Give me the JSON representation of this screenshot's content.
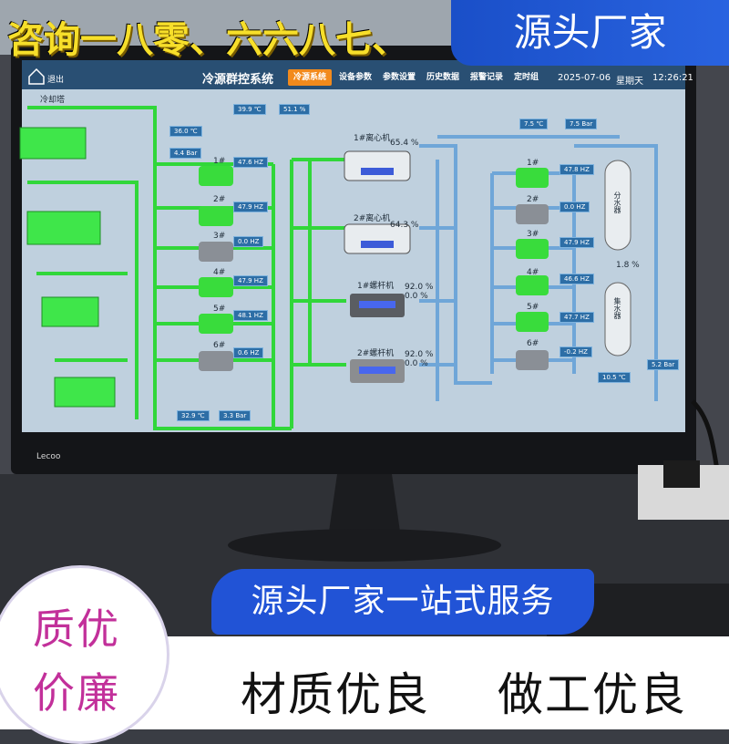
{
  "overlay": {
    "top_banner": "咨询一八零、六六八七、",
    "top_right": "源头厂家",
    "mid_banner": "源头厂家一站式服务",
    "badge_line1": "质优",
    "badge_line2": "价廉",
    "bottom_left": "材质优良",
    "bottom_right": "做工优良"
  },
  "screen": {
    "logout": "退出",
    "title": "冷源群控系统",
    "tabs": [
      "冷源系统",
      "设备参数",
      "参数设置",
      "历史数据",
      "报警记录",
      "定时组"
    ],
    "date": "2025-07-06",
    "weekday": "星期天",
    "time": "12:26:21",
    "cooling_tower": "冷却塔",
    "temp_a": "39.9 ℃",
    "temp_b": "51.1 %",
    "left_temp": "36.0 ℃",
    "left_press": "4.4 Bar",
    "pumps_left": [
      {
        "label": "1#",
        "hz": "47.6 HZ"
      },
      {
        "label": "2#",
        "hz": "47.9 HZ"
      },
      {
        "label": "3#",
        "hz": "0.0 HZ"
      },
      {
        "label": "4#",
        "hz": "47.9 HZ"
      },
      {
        "label": "5#",
        "hz": "48.1 HZ"
      },
      {
        "label": "6#",
        "hz": "0.6 HZ"
      }
    ],
    "chillers": [
      {
        "label": "1#离心机",
        "pct": "65.4 %"
      },
      {
        "label": "2#离心机",
        "pct": "64.3 %"
      },
      {
        "label": "1#螺杆机",
        "pct": "92.0 %",
        "pct2": "0.0 %"
      },
      {
        "label": "2#螺杆机",
        "pct": "92.0 %",
        "pct2": "0.0 %"
      }
    ],
    "pumps_right": [
      {
        "label": "1#",
        "hz": "47.8 HZ"
      },
      {
        "label": "2#",
        "hz": "0.0 HZ"
      },
      {
        "label": "3#",
        "hz": "47.9 HZ"
      },
      {
        "label": "4#",
        "hz": "46.6 HZ"
      },
      {
        "label": "5#",
        "hz": "47.7 HZ"
      },
      {
        "label": "6#",
        "hz": "-0.2 HZ"
      }
    ],
    "right_temp": "7.5 ℃",
    "right_press": "7.5 Bar",
    "bottom_left_temp": "32.9 ℃",
    "bottom_left_press": "3.3 Bar",
    "bottom_right_temp": "10.5 ℃",
    "bottom_right_press": "5.2 Bar",
    "pct_mid": "1.8 %",
    "tank_top": "分水器",
    "tank_bottom": "集水器",
    "monitor_brand": "Lecoo"
  },
  "colors": {
    "screen_bg": "#b9cbd9",
    "pipe_green": "#31d73a",
    "pipe_blue": "#6fa6d8",
    "accent_tab": "#f28a1c",
    "banner_blue": "#2153d6",
    "headline_yellow": "#f7df2a",
    "badge_pink": "#c2309a"
  }
}
